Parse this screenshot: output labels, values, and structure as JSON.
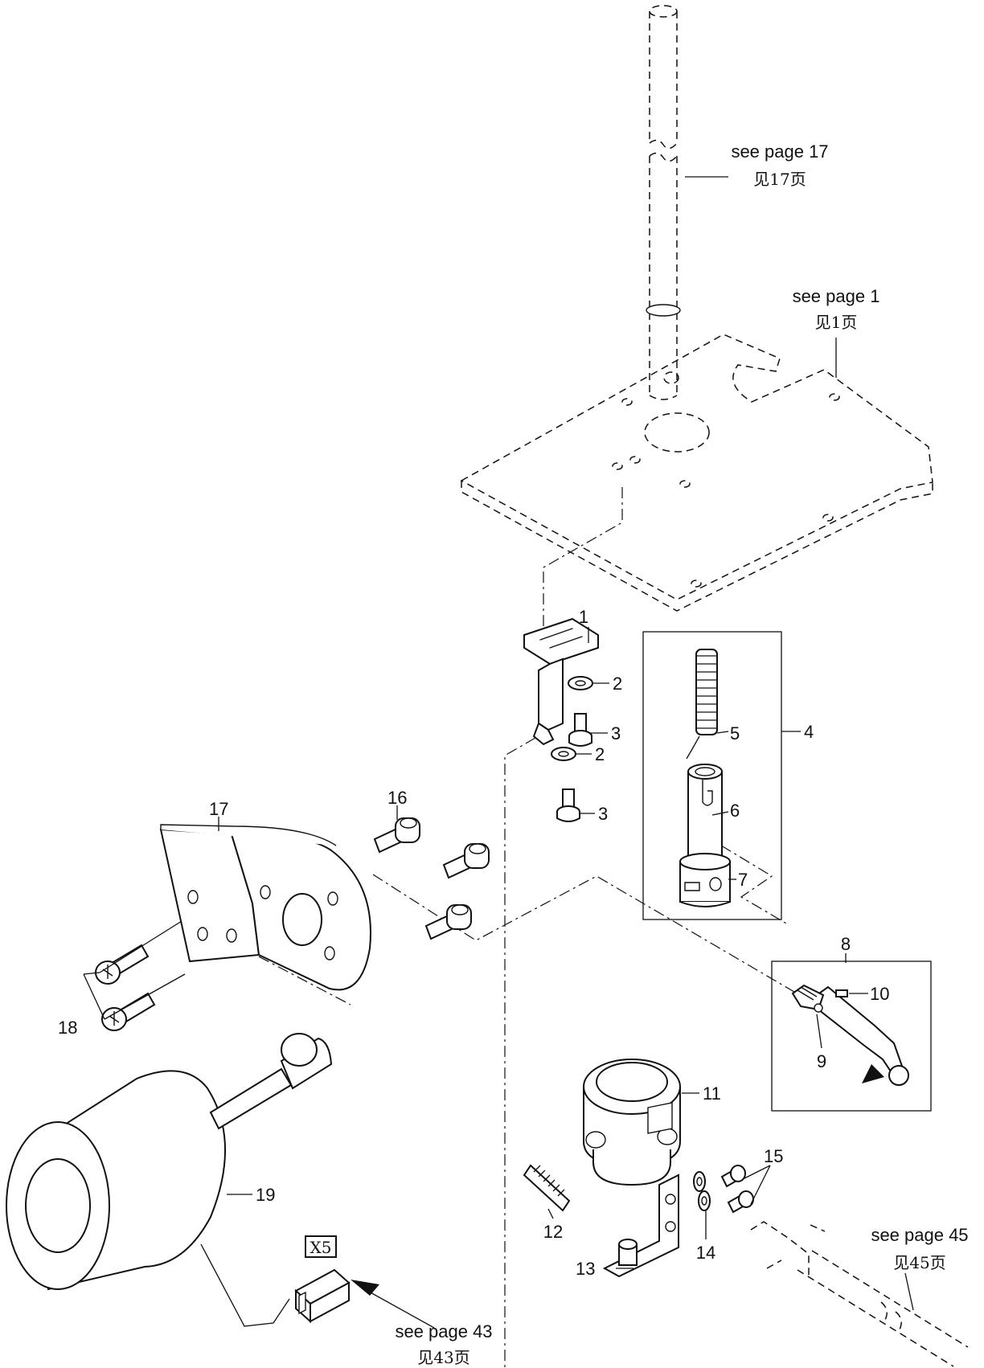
{
  "callouts": {
    "c1": "1",
    "c2a": "2",
    "c2b": "2",
    "c3a": "3",
    "c3b": "3",
    "c4": "4",
    "c5": "5",
    "c6": "6",
    "c7": "7",
    "c8": "8",
    "c9": "9",
    "c10": "10",
    "c11": "11",
    "c12": "12",
    "c13": "13",
    "c14": "14",
    "c15": "15",
    "c16": "16",
    "c17": "17",
    "c18": "18",
    "c19": "19"
  },
  "references": {
    "page17_en": "see page 17",
    "page17_cn": "见17页",
    "page1_en": "see page 1",
    "page1_cn": "见1页",
    "page45_en": "see page 45",
    "page45_cn": "见45页",
    "page43_en": "see page 43",
    "page43_cn": "见43页"
  },
  "connector_label": "X5"
}
